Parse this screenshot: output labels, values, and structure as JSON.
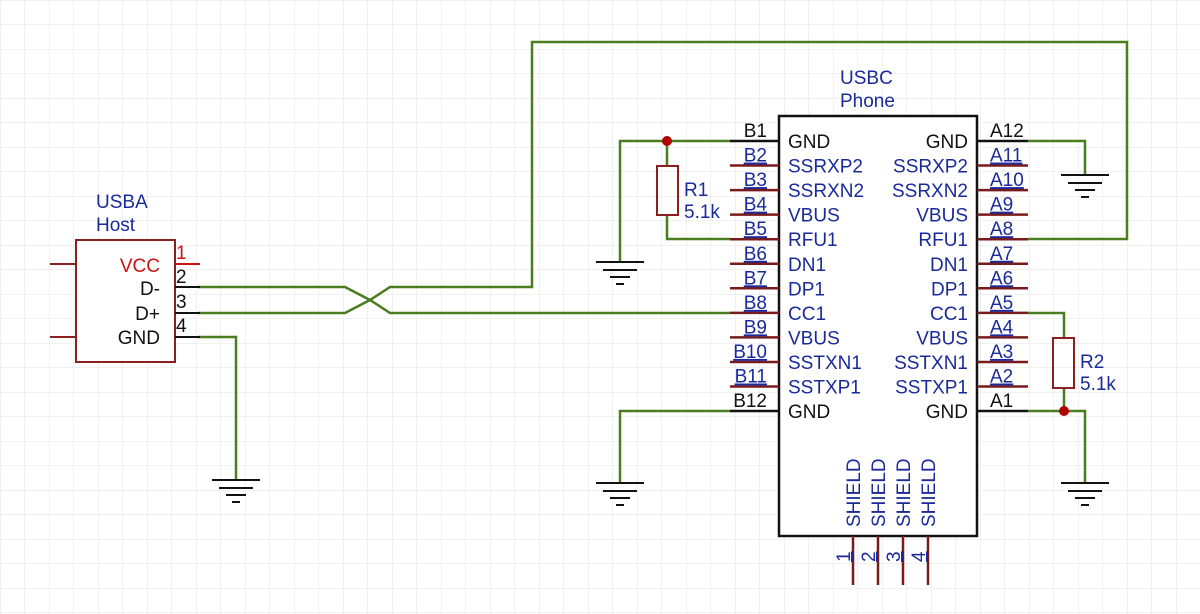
{
  "usba": {
    "ref_line1": "USBA",
    "ref_line2": "Host",
    "pins": [
      {
        "num": "1",
        "name": "VCC"
      },
      {
        "num": "2",
        "name": "D-"
      },
      {
        "num": "3",
        "name": "D+"
      },
      {
        "num": "4",
        "name": "GND"
      }
    ]
  },
  "usbc": {
    "ref_line1": "USBC",
    "ref_line2": "Phone",
    "left_pins": [
      {
        "num": "B1",
        "name": "GND"
      },
      {
        "num": "B2",
        "name": "SSRXP2"
      },
      {
        "num": "B3",
        "name": "SSRXN2"
      },
      {
        "num": "B4",
        "name": "VBUS"
      },
      {
        "num": "B5",
        "name": "RFU1"
      },
      {
        "num": "B6",
        "name": "DN1"
      },
      {
        "num": "B7",
        "name": "DP1"
      },
      {
        "num": "B8",
        "name": "CC1"
      },
      {
        "num": "B9",
        "name": "VBUS"
      },
      {
        "num": "B10",
        "name": "SSTXN1"
      },
      {
        "num": "B11",
        "name": "SSTXP1"
      },
      {
        "num": "B12",
        "name": "GND"
      }
    ],
    "right_pins": [
      {
        "num": "A12",
        "name": "GND"
      },
      {
        "num": "A11",
        "name": "SSRXP2"
      },
      {
        "num": "A10",
        "name": "SSRXN2"
      },
      {
        "num": "A9",
        "name": "VBUS"
      },
      {
        "num": "A8",
        "name": "RFU1"
      },
      {
        "num": "A7",
        "name": "DN1"
      },
      {
        "num": "A6",
        "name": "DP1"
      },
      {
        "num": "A5",
        "name": "CC1"
      },
      {
        "num": "A4",
        "name": "VBUS"
      },
      {
        "num": "A3",
        "name": "SSTXN1"
      },
      {
        "num": "A2",
        "name": "SSTXP1"
      },
      {
        "num": "A1",
        "name": "GND"
      }
    ],
    "shield_pins": [
      {
        "num": "1",
        "name": "SHIELD"
      },
      {
        "num": "2",
        "name": "SHIELD"
      },
      {
        "num": "3",
        "name": "SHIELD"
      },
      {
        "num": "4",
        "name": "SHIELD"
      }
    ]
  },
  "r1": {
    "ref": "R1",
    "value": "5.1k"
  },
  "r2": {
    "ref": "R2",
    "value": "5.1k"
  },
  "colors": {
    "wire": "#4a7d1e",
    "outline": "#111111",
    "pin": "#7a1b1b",
    "ref_text": "#1a2a9a",
    "pin_text": "#111111",
    "red_text": "#cc1111",
    "junction": "#b00000",
    "grid": "#e3e3e3",
    "usba_body": "#8b2020",
    "resistor": "#8b2020"
  }
}
